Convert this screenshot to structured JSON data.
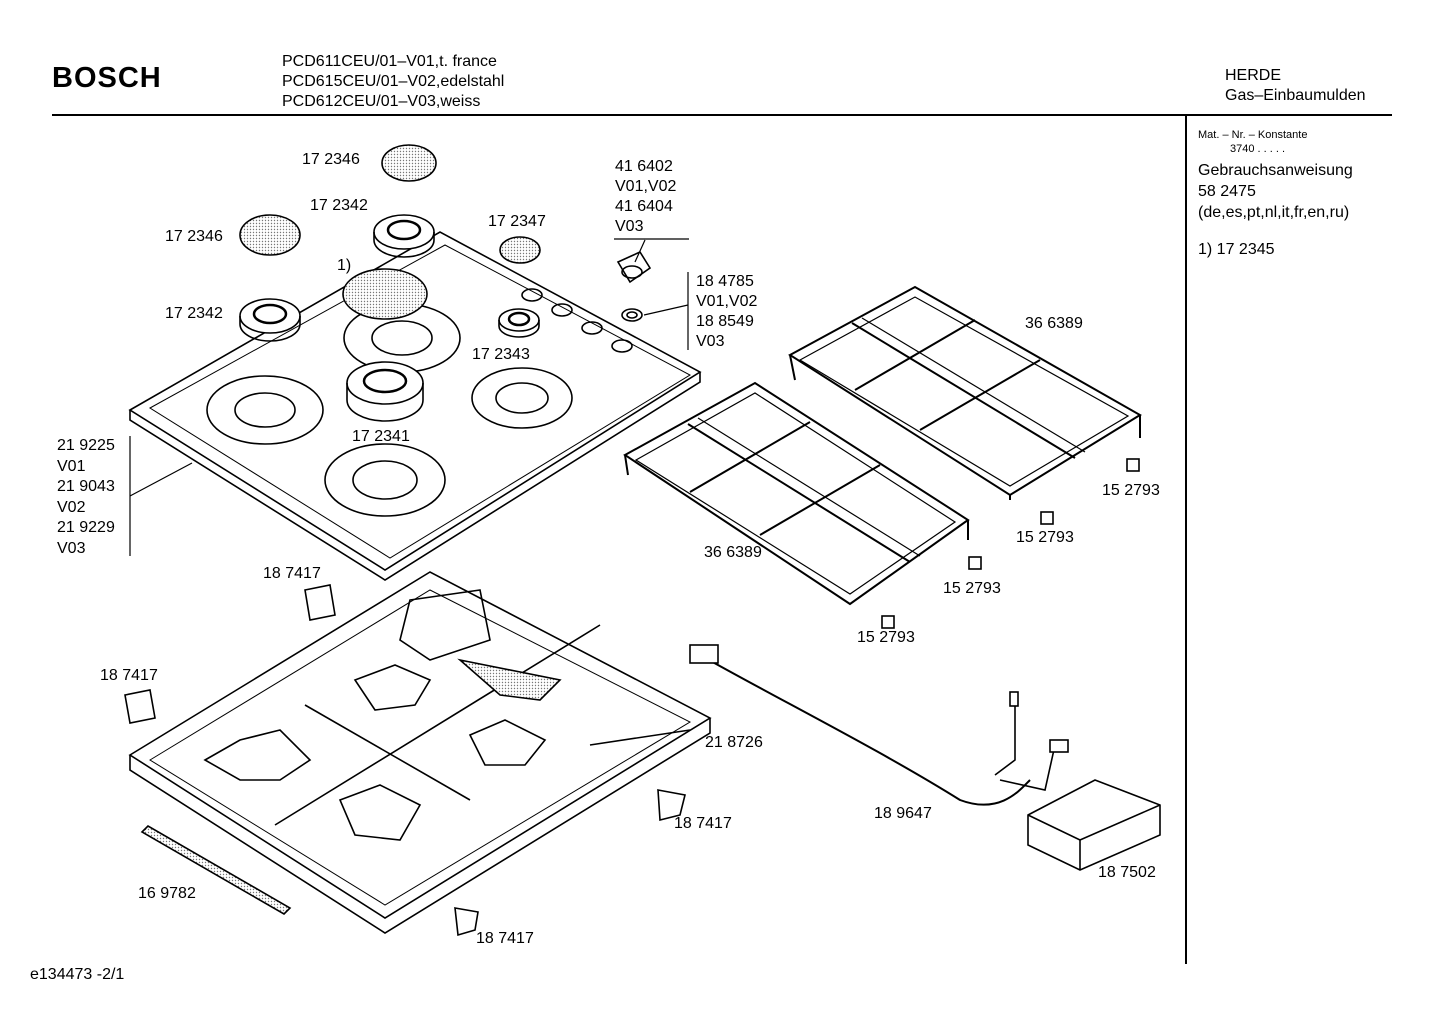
{
  "header": {
    "brand": "BOSCH",
    "models": [
      "PCD611CEU/01–V01,t. france",
      "PCD615CEU/01–V02,edelstahl",
      "PCD612CEU/01–V03,weiss"
    ],
    "category": [
      "HERDE",
      "Gas–Einbaumulden"
    ]
  },
  "sidebar": {
    "mat_line": "Mat. – Nr. – Konstante",
    "mat_value": "3740  .   .   .   .   .",
    "manual_title": "Gebrauchsanweisung",
    "manual_number": "58 2475",
    "manual_langs": "(de,es,pt,nl,it,fr,en,ru)",
    "footnote": "1)  17 2345"
  },
  "parts": {
    "p172346a": "17 2346",
    "p172342a": "17 2342",
    "p172346b": "17 2346",
    "p172347": "17 2347",
    "note1": "1)",
    "p172342b": "17 2342",
    "p172343": "17 2343",
    "p172341": "17 2341",
    "knob": [
      "41 6402",
      "V01,V02",
      "41 6404",
      "V03"
    ],
    "ring": [
      "18 4785",
      "V01,V02",
      "18 8549",
      "V03"
    ],
    "hob": [
      "21 9225",
      "V01",
      "21 9043",
      "V02",
      "21 9229",
      "V03"
    ],
    "grate_a": "36 6389",
    "grate_b": "36 6389",
    "foot1": "15 2793",
    "foot2": "15 2793",
    "foot3": "15 2793",
    "foot4": "15 2793",
    "clip1": "18 7417",
    "clip2": "18 7417",
    "clip3": "18 7417",
    "clip4": "18 7417",
    "frame": "21 8726",
    "cable": "18 9647",
    "ignition": "18 7502",
    "seal": "16 9782"
  },
  "footer": {
    "code": "e134473  -2/1"
  }
}
